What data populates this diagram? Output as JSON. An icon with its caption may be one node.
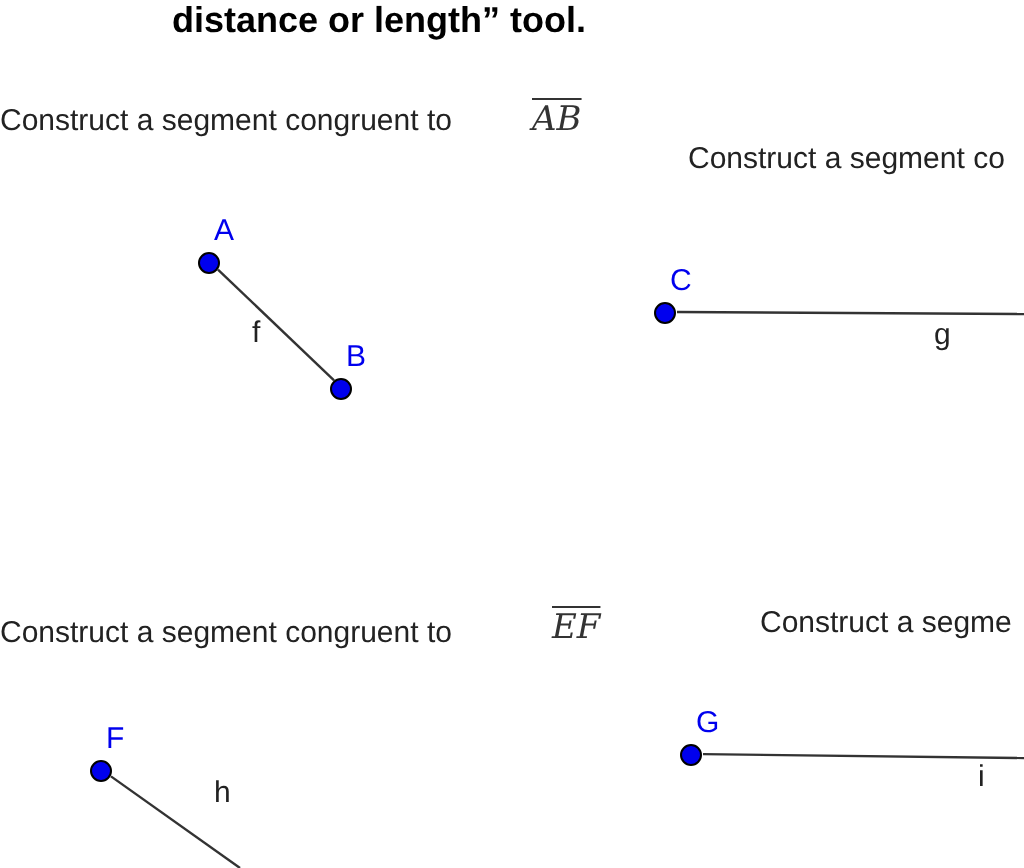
{
  "diagram": {
    "title": "distance or length” tool.",
    "nodes": [
      {
        "text": [
          "A"
        ]
      },
      {
        "text": [
          "B"
        ]
      },
      {
        "text": [
          "C"
        ]
      },
      {
        "text": [
          "F"
        ]
      },
      {
        "text": [
          "G"
        ]
      }
    ],
    "edges": [
      {
        "from": 0,
        "to": 1,
        "arrow": "none",
        "label": "f"
      },
      {
        "from": 2,
        "to": null,
        "arrow": "none",
        "label": "g"
      },
      {
        "from": 3,
        "to": null,
        "arrow": "none",
        "label": "h"
      },
      {
        "from": 4,
        "to": null,
        "arrow": "none",
        "label": "i"
      }
    ],
    "labels": [
      "Construct a segment congruent to",
      "AB",
      "Construct a segment co",
      "Construct a segment congruent to",
      "EF",
      "Construct a segme"
    ]
  }
}
